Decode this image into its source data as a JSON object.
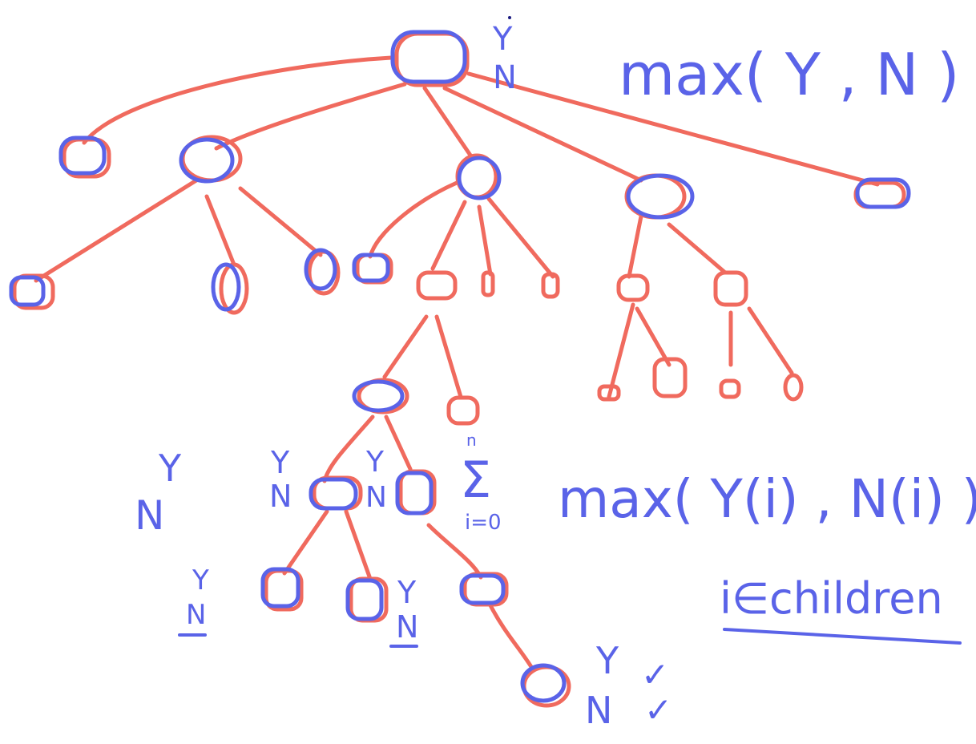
{
  "labels": {
    "root_y": "Y",
    "root_n": "N",
    "formula_top": "max( Y , N )",
    "formula_bottom": "max( Y(i) , N(i) )",
    "sum_symbol": "Σ",
    "sum_upper": "n",
    "sum_lower": "i=0",
    "children_label": "i∈children",
    "left_y": "Y",
    "left_n": "N",
    "mid_y": "Y",
    "mid_n": "N",
    "mid2_y": "Y",
    "mid2_n": "N",
    "leaf1_y": "Y",
    "leaf1_n": "N",
    "leaf2_y": "Y",
    "leaf2_n": "N",
    "deep_y": "Y",
    "deep_n": "N",
    "deep_check1": "✓",
    "deep_check2": "✓"
  },
  "colors": {
    "tree": "#f06a5e",
    "annotation": "#5a63e8",
    "background": "#ffffff"
  }
}
